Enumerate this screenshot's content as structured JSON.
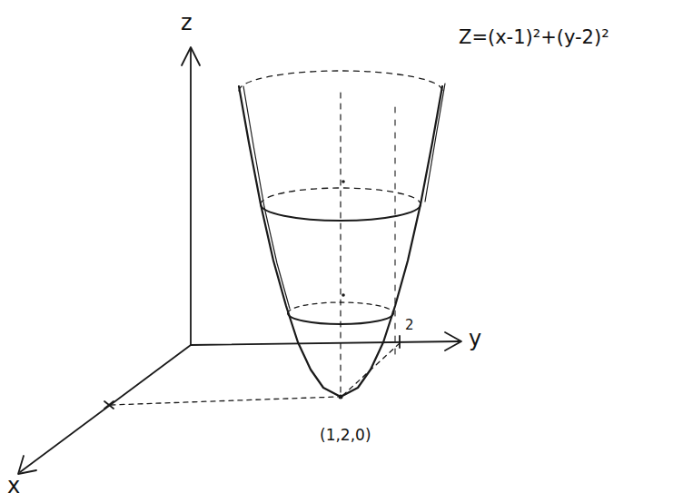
{
  "diagram": {
    "labels": [
      "z",
      "y",
      "x",
      "Z=(x-1)²+(y-2)²",
      "2",
      "(1,2,0)"
    ]
  }
}
